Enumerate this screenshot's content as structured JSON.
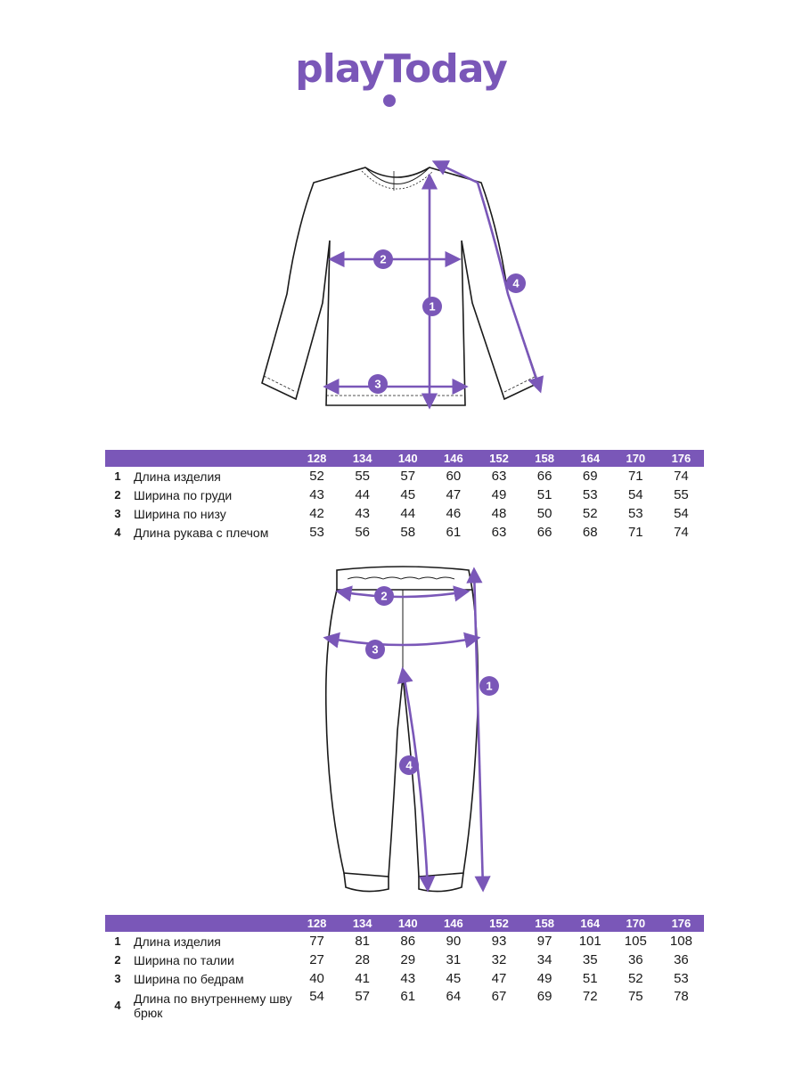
{
  "brand": {
    "logo_text": "playToday",
    "accent_color": "#7a57b8"
  },
  "top_markers": [
    "1",
    "2",
    "3",
    "4"
  ],
  "bottom_markers": [
    "1",
    "2",
    "3",
    "4"
  ],
  "top_table": {
    "sizes": [
      "128",
      "134",
      "140",
      "146",
      "152",
      "158",
      "164",
      "170",
      "176"
    ],
    "rows": [
      {
        "num": "1",
        "label": "Длина изделия",
        "values": [
          "52",
          "55",
          "57",
          "60",
          "63",
          "66",
          "69",
          "71",
          "74"
        ]
      },
      {
        "num": "2",
        "label": "Ширина по груди",
        "values": [
          "43",
          "44",
          "45",
          "47",
          "49",
          "51",
          "53",
          "54",
          "55"
        ]
      },
      {
        "num": "3",
        "label": "Ширина по низу",
        "values": [
          "42",
          "43",
          "44",
          "46",
          "48",
          "50",
          "52",
          "53",
          "54"
        ]
      },
      {
        "num": "4",
        "label": "Длина рукава с плечом",
        "values": [
          "53",
          "56",
          "58",
          "61",
          "63",
          "66",
          "68",
          "71",
          "74"
        ]
      }
    ]
  },
  "bottom_table": {
    "sizes": [
      "128",
      "134",
      "140",
      "146",
      "152",
      "158",
      "164",
      "170",
      "176"
    ],
    "rows": [
      {
        "num": "1",
        "label": "Длина изделия",
        "values": [
          "77",
          "81",
          "86",
          "90",
          "93",
          "97",
          "101",
          "105",
          "108"
        ]
      },
      {
        "num": "2",
        "label": "Ширина по талии",
        "values": [
          "27",
          "28",
          "29",
          "31",
          "32",
          "34",
          "35",
          "36",
          "36"
        ]
      },
      {
        "num": "3",
        "label": "Ширина по бедрам",
        "values": [
          "40",
          "41",
          "43",
          "45",
          "47",
          "49",
          "51",
          "52",
          "53"
        ]
      },
      {
        "num": "4",
        "label": "Длина по внутреннему шву брюк",
        "values": [
          "54",
          "57",
          "61",
          "64",
          "67",
          "69",
          "72",
          "75",
          "78"
        ]
      }
    ]
  }
}
